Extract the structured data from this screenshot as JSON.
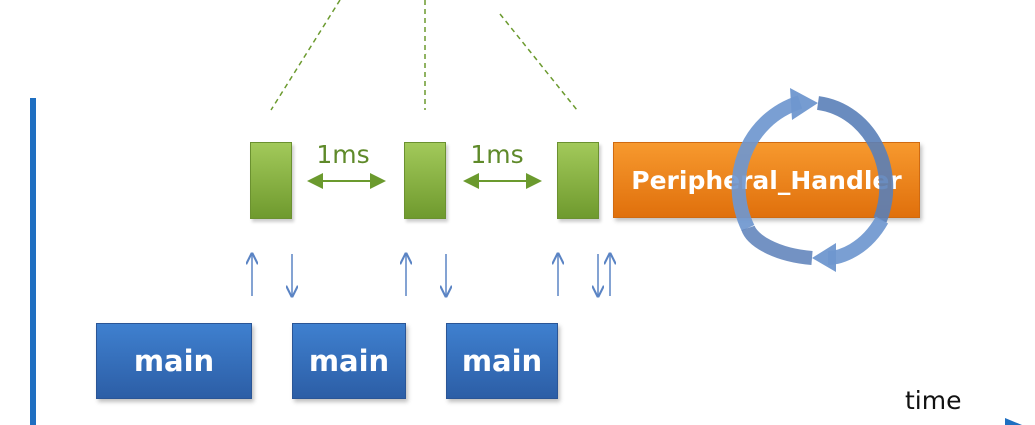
{
  "diagram": {
    "interval_label_1": "1ms",
    "interval_label_2": "1ms",
    "main_label_1": "main",
    "main_label_2": "main",
    "main_label_3": "main",
    "handler_label": "Peripheral_Handler",
    "time_label": "time"
  },
  "colors": {
    "tick_green": "#8bb544",
    "main_blue": "#3a73c0",
    "handler_orange": "#f28a1e",
    "arrow_blue": "#5b84c4",
    "timeline_blue": "#1f6fc1",
    "interval_green": "#6b9a2e",
    "cycle_blue": "#6f97cf"
  }
}
